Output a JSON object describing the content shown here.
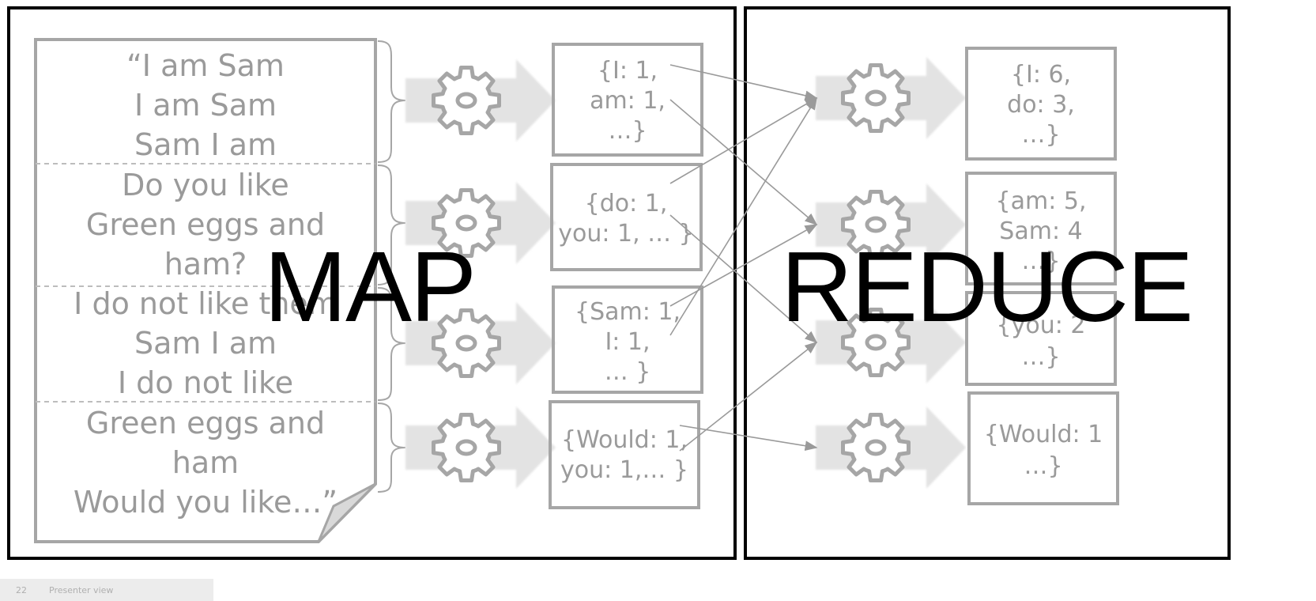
{
  "document_lines": [
    "“I am Sam",
    "I am Sam",
    "Sam I am",
    "Do you like",
    "Green eggs and",
    "ham?",
    "I do not like them",
    "Sam I am",
    "I do not like",
    "Green eggs and",
    "ham",
    "Would you like…”"
  ],
  "map_outputs": [
    [
      "{I: 1,",
      "am: 1,",
      "…}"
    ],
    [
      "{do: 1,",
      "you: 1, … }"
    ],
    [
      "{Sam: 1,",
      "I: 1,",
      "… }"
    ],
    [
      "{Would: 1,",
      "you: 1,… }"
    ]
  ],
  "reduce_outputs": [
    [
      "{I: 6,",
      "do: 3,",
      "…}"
    ],
    [
      "{am: 5,",
      "Sam: 4",
      "…}"
    ],
    [
      "{you: 2",
      "…}"
    ],
    [
      "{Would: 1",
      "…}"
    ]
  ],
  "labels": {
    "map": "MAP",
    "reduce": "REDUCE"
  },
  "icons": {
    "gear": "gear-icon",
    "arrow": "arrow-right-icon"
  },
  "status_bar": {
    "presenter": "Presenter view"
  },
  "colors": {
    "frame": "#000000",
    "diagram_gray": "#9a9a9a",
    "arrow_fill": "#e3e3e3",
    "gear": "#a6a6a6"
  }
}
